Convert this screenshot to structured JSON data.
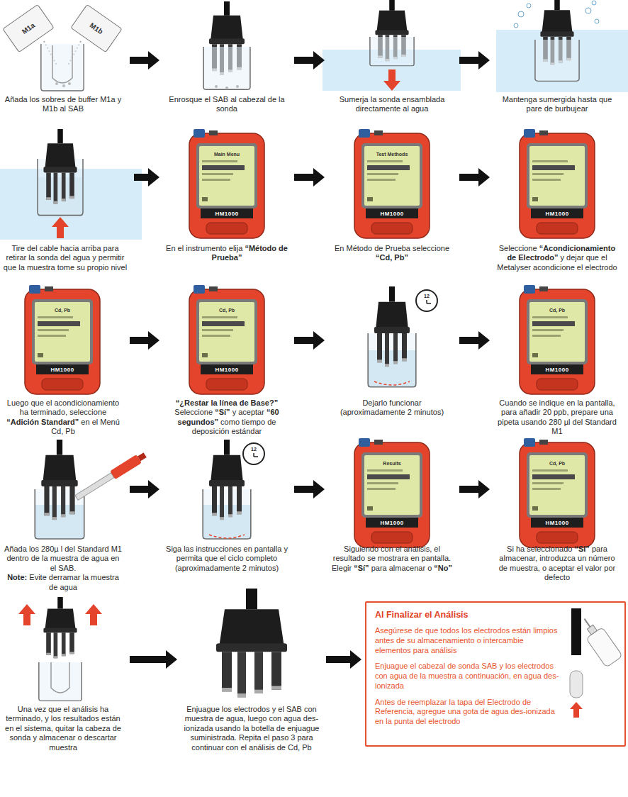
{
  "diagram": {
    "nodes": [
      {
        "text": [
          "Añada los sobres de buffer M1a y M1b al SAB"
        ]
      },
      {
        "text": [
          "Enrosque el SAB al cabezal de la sonda"
        ]
      },
      {
        "text": [
          "Sumerja la sonda ensamblada directamente al agua"
        ]
      },
      {
        "text": [
          "Mantenga sumergida hasta que pare de burbujear"
        ]
      },
      {
        "text": [
          "Tire del cable hacia arriba para retirar la sonda del agua y permitir que la muestra tome su propio nivel"
        ]
      },
      {
        "text": [
          "En el instrumento elija “Método de Prueba”"
        ]
      },
      {
        "text": [
          "En Método de Prueba seleccione “Cd, Pb”"
        ]
      },
      {
        "text": [
          "Seleccione “Acondicionamiento de Electrodo” y dejar que el Metalyser acondicione el electrodo"
        ]
      },
      {
        "text": [
          "Luego que el acondicionamiento ha terminado, seleccione “Adición Standard” en el Menú Cd, Pb"
        ]
      },
      {
        "text": [
          "“¿Restar la línea de Base?” Seleccione “Sí” y aceptar “60 segundos” como tiempo de deposición estándar"
        ]
      },
      {
        "text": [
          "Dejarlo funcionar (aproximadamente 2 minutos)"
        ]
      },
      {
        "text": [
          "Cuando se indique en la pantalla, para añadir 20 ppb, prepare una pipeta usando 280 µl del Standard M1"
        ]
      },
      {
        "text": [
          "Añada los 280µ l del Standard M1 dentro de la muestra de agua en el SAB.",
          "Note: Evite derramar la muestra de agua"
        ]
      },
      {
        "text": [
          "Siga las instrucciones en pantalla y permita que el ciclo completo (aproximadamente 2 minutos)"
        ]
      },
      {
        "text": [
          "Siguiendo con el análisis, el resultado se mostrara en pantalla. Elegir “Sí” para almacenar o “No”"
        ]
      },
      {
        "text": [
          "Si ha seleccionado “SI” para almacenar, introduzca un número de muestra, o aceptar el valor por defecto"
        ]
      },
      {
        "text": [
          "Una vez que el análisis ha terminado, y los resultados están en el sistema, quitar la cabeza de sonda y almacenar o descartar muestra"
        ]
      },
      {
        "text": [
          "Enjuague los electrodos y el SAB con muestra de agua, luego con agua des-ionizada usando la botella de enjuague suministrada. Repita el paso 3 para continuar con el análisis de Cd, Pb"
        ]
      },
      {
        "text": [
          "Al Finalizar el Análisis",
          "Asegúrese de que todos los electrodos están limpios antes de su almacenamiento o intercambie elementos para análisis",
          "Enjuague el cabezal de sonda SAB y los electrodos con agua de la muestra a continuación, en agua des-ionizada",
          "Antes de reemplazar la tapa del Electrodo de Referencia, agregue una gota de agua des-ionizada en la punta del electrodo"
        ]
      }
    ],
    "edges": [
      {
        "from": 0,
        "to": 1,
        "arrow": "to"
      },
      {
        "from": 1,
        "to": 2,
        "arrow": "to"
      },
      {
        "from": 2,
        "to": 3,
        "arrow": "to"
      },
      {
        "from": 4,
        "to": 5,
        "arrow": "to"
      },
      {
        "from": 5,
        "to": 6,
        "arrow": "to"
      },
      {
        "from": 6,
        "to": 7,
        "arrow": "to"
      },
      {
        "from": 8,
        "to": 9,
        "arrow": "to"
      },
      {
        "from": 9,
        "to": 10,
        "arrow": "to"
      },
      {
        "from": 10,
        "to": 11,
        "arrow": "to"
      },
      {
        "from": 12,
        "to": 13,
        "arrow": "to"
      },
      {
        "from": 13,
        "to": 14,
        "arrow": "to"
      },
      {
        "from": 14,
        "to": 15,
        "arrow": "to"
      },
      {
        "from": 16,
        "to": 17,
        "arrow": "to"
      },
      {
        "from": 17,
        "to": 18,
        "arrow": "to"
      }
    ],
    "labels": [
      "M1a",
      "M1b",
      "Main Menu",
      "HM1000",
      "Test Methods",
      "HM1000",
      "HM1000",
      "Cd, Pb",
      "HM1000",
      "Cd, Pb",
      "HM1000",
      "12",
      "Cd, Pb",
      "HM1000",
      "12",
      "Results",
      "HM1000",
      "Cd, Pb",
      "HM1000"
    ]
  }
}
